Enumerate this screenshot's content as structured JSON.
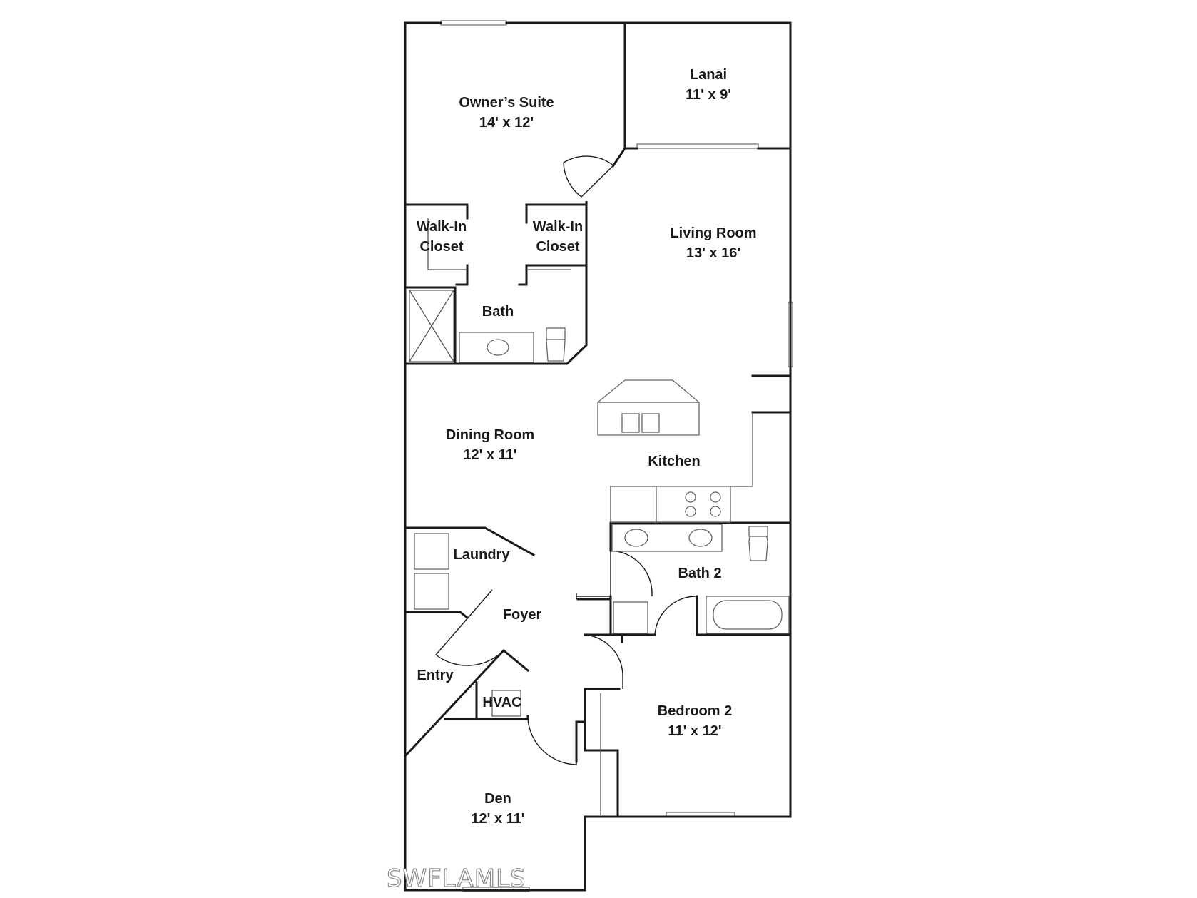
{
  "rooms": {
    "owners_suite": {
      "name": "Owner’s Suite",
      "size": "14' x 12'"
    },
    "lanai": {
      "name": "Lanai",
      "size": "11' x 9'"
    },
    "walk_in_closet_1": {
      "name_line1": "Walk-In",
      "name_line2": "Closet"
    },
    "walk_in_closet_2": {
      "name_line1": "Walk-In",
      "name_line2": "Closet"
    },
    "living_room": {
      "name": "Living Room",
      "size": "13' x 16'"
    },
    "bath": {
      "name": "Bath"
    },
    "dining_room": {
      "name": "Dining Room",
      "size": "12' x 11'"
    },
    "kitchen": {
      "name": "Kitchen"
    },
    "laundry": {
      "name": "Laundry"
    },
    "bath_2": {
      "name": "Bath 2"
    },
    "foyer": {
      "name": "Foyer"
    },
    "entry": {
      "name": "Entry"
    },
    "hvac": {
      "name": "HVAC"
    },
    "bedroom_2": {
      "name": "Bedroom 2",
      "size": "11' x 12'"
    },
    "den": {
      "name": "Den",
      "size": "12' x 11'"
    }
  },
  "watermark": "SWFLAMLS"
}
